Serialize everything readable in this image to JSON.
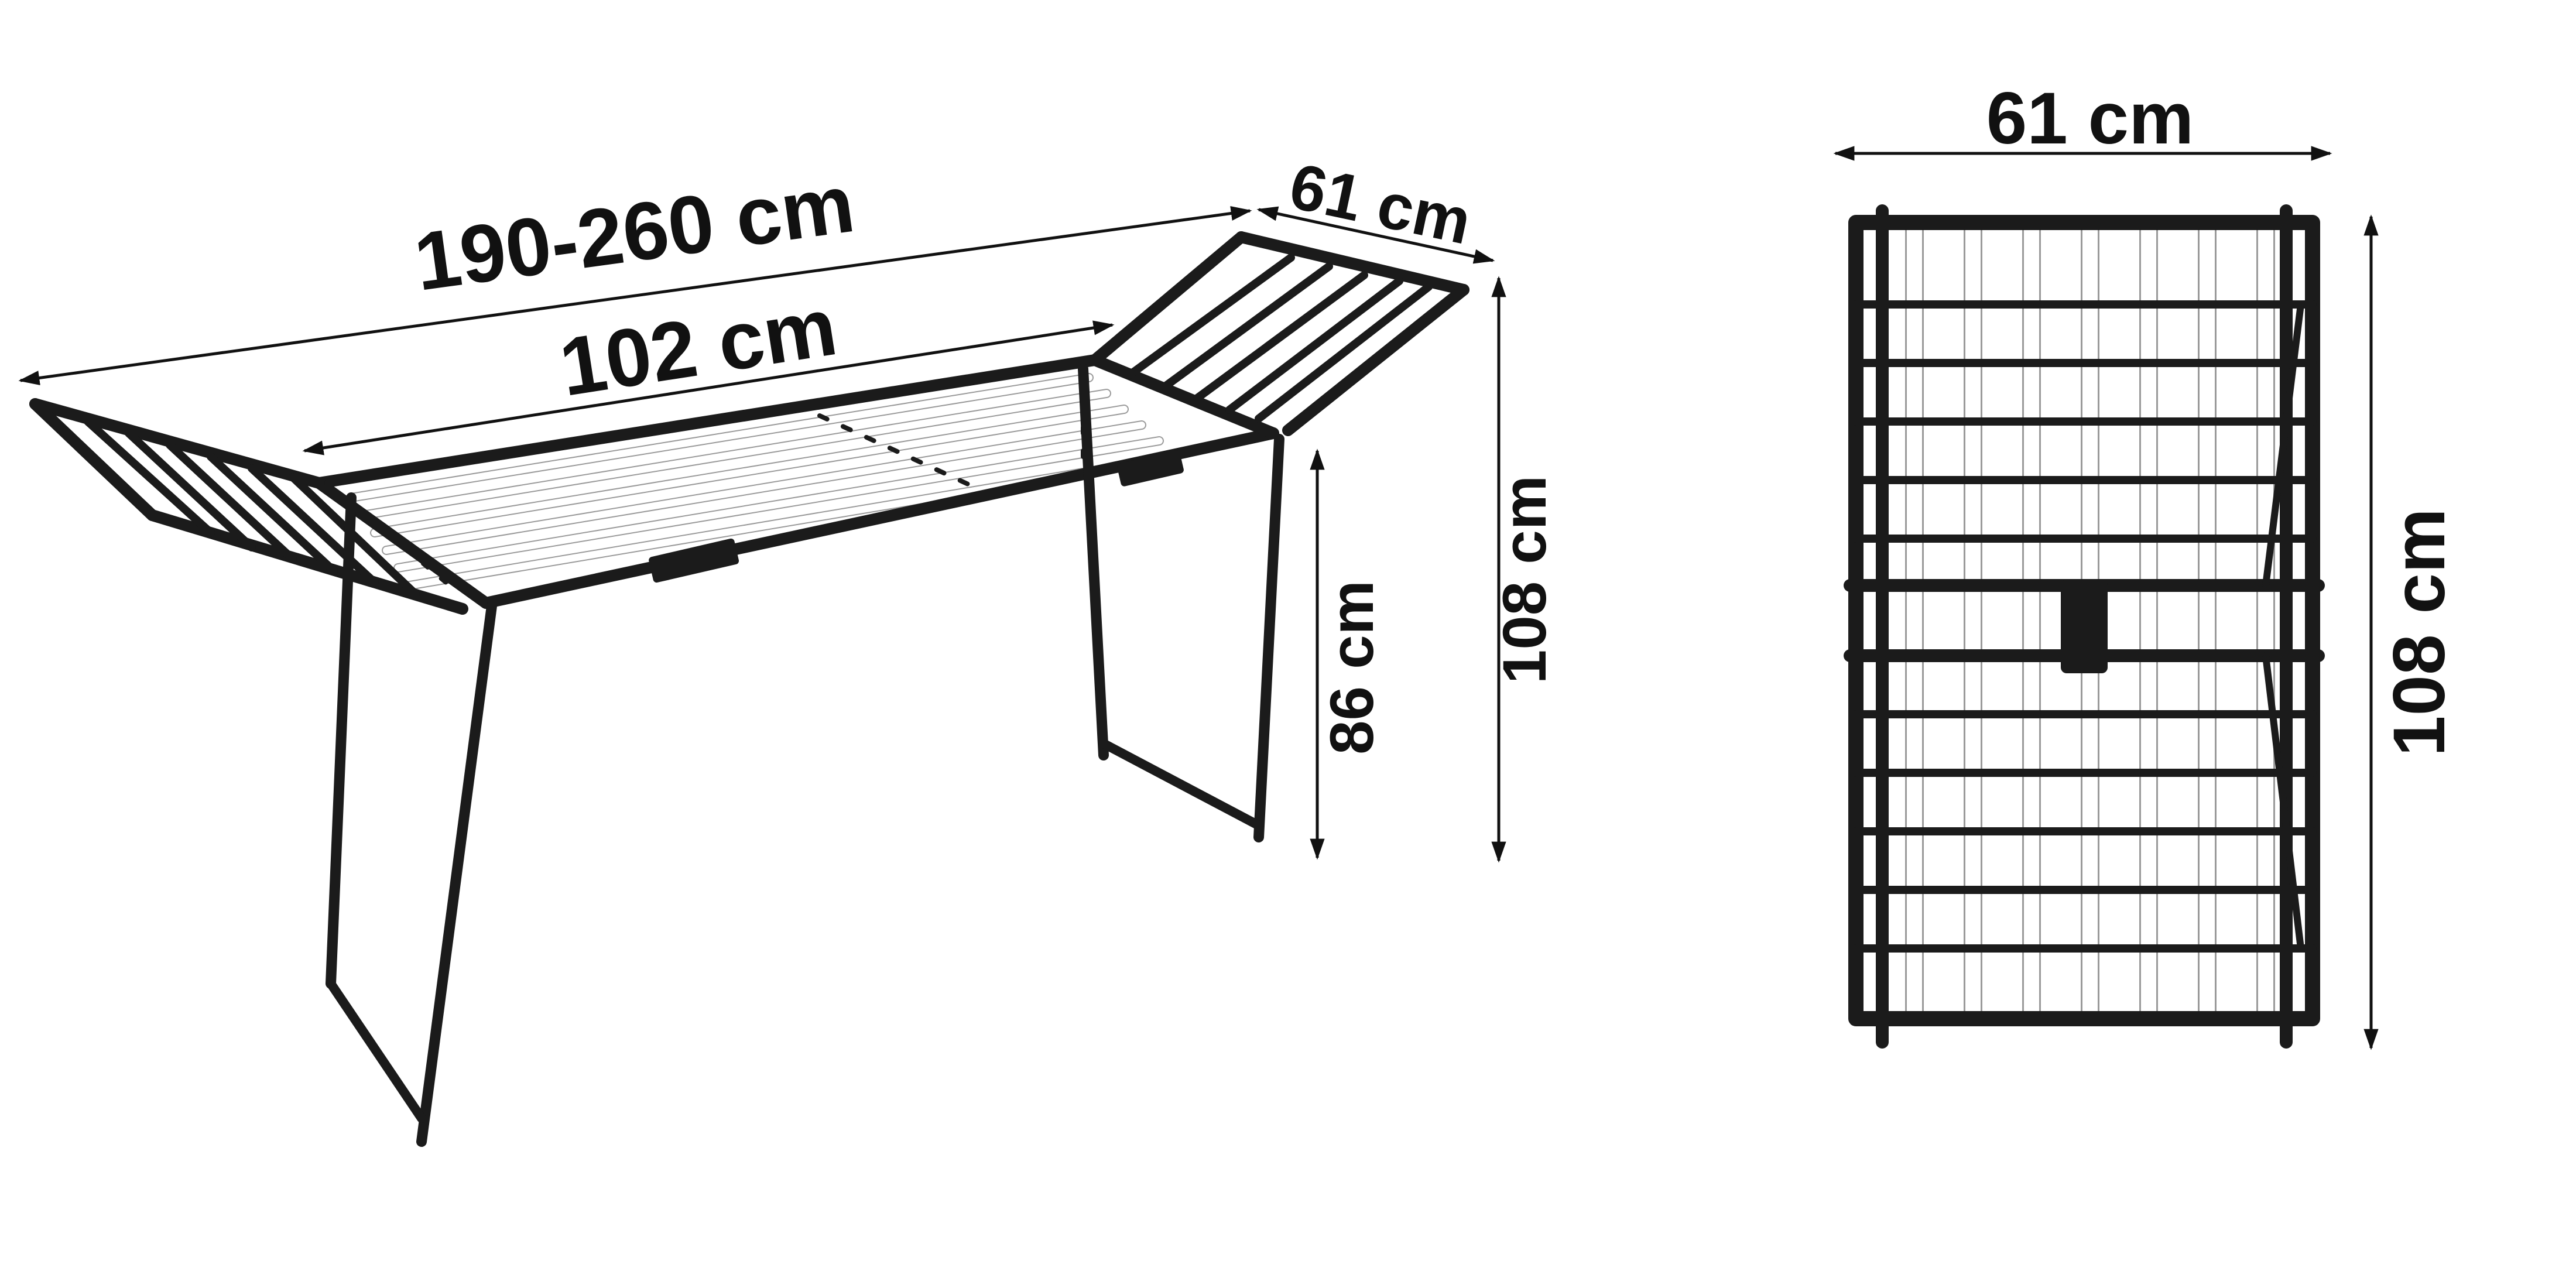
{
  "dimensions": {
    "total_length": "190-260 cm",
    "center_length": "102 cm",
    "wing_width": "61 cm",
    "rail_height": "86 cm",
    "overall_height": "108 cm",
    "folded_width": "61 cm",
    "folded_height": "108 cm"
  },
  "colors": {
    "frame": "#1b1b1b",
    "rails": "#ffffff",
    "text": "#111111"
  }
}
